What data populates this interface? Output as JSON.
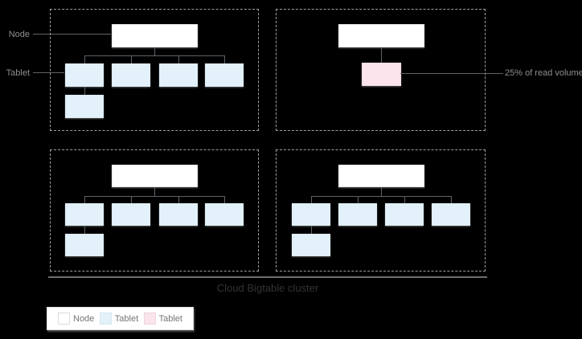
{
  "labels": {
    "node_pointer": "Node",
    "tablet_pointer": "Tablet",
    "read_volume_annotation": "25% of read volume",
    "cluster_caption": "Cloud Bigtable cluster"
  },
  "legend": {
    "items": [
      {
        "label": "Node",
        "color": "#ffffff"
      },
      {
        "label": "Tablet",
        "color": "#e3f1fa"
      },
      {
        "label": "Tablet",
        "color": "#fbe4ec"
      }
    ]
  },
  "diagram": {
    "caption": "Cloud Bigtable cluster",
    "quadrants": [
      {
        "position": "top-left",
        "node_count": 1,
        "tablet_count": 5,
        "hot_tablet_count": 0
      },
      {
        "position": "top-right",
        "node_count": 1,
        "tablet_count": 1,
        "hot_tablet_count": 1,
        "annotation": "25% of read volume"
      },
      {
        "position": "bottom-left",
        "node_count": 1,
        "tablet_count": 5,
        "hot_tablet_count": 0
      },
      {
        "position": "bottom-right",
        "node_count": 1,
        "tablet_count": 5,
        "hot_tablet_count": 0
      }
    ]
  },
  "colors": {
    "background": "#000000",
    "node_fill": "#ffffff",
    "tablet_fill": "#e3f1fa",
    "hot_tablet_fill": "#fbe4ec",
    "connector_line": "#5f6368",
    "dashed_border": "#9e9e9e",
    "pointer_text": "#8f8f8f",
    "caption_text": "#333333"
  }
}
